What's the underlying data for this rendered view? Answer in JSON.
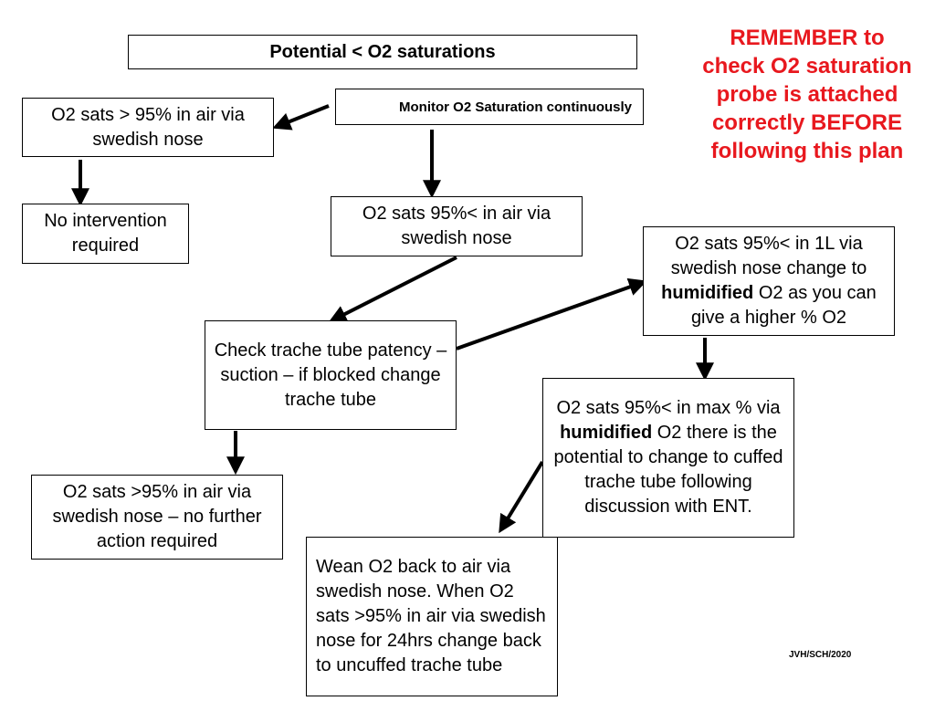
{
  "title": "Potential < O2 saturations",
  "reminder": "REMEMBER to check O2 saturation probe is attached correctly BEFORE following this plan",
  "credit": "JVH/SCH/2020",
  "nodes": {
    "monitor": "Monitor O2 Saturation continuously",
    "above_air": "O2 sats > 95% in air via swedish nose",
    "no_intervention": "No intervention required",
    "below_air": "O2 sats 95%< in air via swedish nose",
    "check_tube": "Check trache tube patency – suction – if blocked change trache tube",
    "above_no_action": "O2 sats >95% in air via swedish nose – no further action required",
    "humidified": {
      "before": "O2 sats 95%< in 1L  via swedish nose change to ",
      "bold": "humidified",
      "after": " O2 as you can give a higher % O2"
    },
    "max_humidified": {
      "before": "O2 sats 95%<  in max % via ",
      "bold": "humidified",
      "after": " O2 there is the potential to change to cuffed trache tube following discussion with ENT."
    },
    "wean": "Wean O2 back to air via swedish nose. When O2 sats >95% in air via swedish nose for 24hrs change back to uncuffed trache tube"
  },
  "edges": [
    {
      "from": "monitor",
      "to": "above_air"
    },
    {
      "from": "monitor",
      "to": "below_air"
    },
    {
      "from": "above_air",
      "to": "no_intervention"
    },
    {
      "from": "below_air",
      "to": "check_tube"
    },
    {
      "from": "check_tube",
      "to": "humidified"
    },
    {
      "from": "check_tube",
      "to": "above_no_action"
    },
    {
      "from": "humidified",
      "to": "max_humidified"
    },
    {
      "from": "max_humidified",
      "to": "wean"
    }
  ],
  "colors": {
    "reminder": "#e8181e",
    "border": "#000000"
  }
}
